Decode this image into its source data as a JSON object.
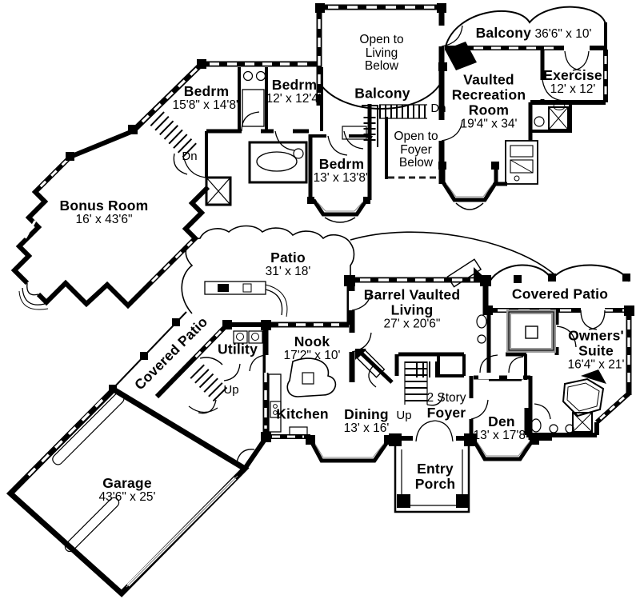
{
  "document": {
    "type_label": "two-story house floor plan"
  },
  "colors": {
    "wall": "#000000",
    "background": "#ffffff",
    "glazing_gray": "#8a8a8a"
  },
  "labels": {
    "open_living": {
      "l1": "Open to",
      "l2": "Living",
      "l3": "Below"
    },
    "balcony_upper": {
      "title": "Balcony",
      "dims": "36'6\" x 10'"
    },
    "exercise": {
      "title": "Exercise",
      "dims": "12' x 12'"
    },
    "rec_room": {
      "l1": "Vaulted",
      "l2": "Recreation",
      "l3": "Room",
      "dims": "19'4\" x 34'"
    },
    "balcony_mid": {
      "title": "Balcony"
    },
    "dn_upper": {
      "title": "Dn"
    },
    "bedrm1": {
      "title": "Bedrm",
      "dims": "15'8\" x 14'8\""
    },
    "bedrm2": {
      "title": "Bedrm",
      "dims": "12' x 12'4\""
    },
    "dn_left": {
      "title": "Dn"
    },
    "open_foyer": {
      "l1": "Open to",
      "l2": "Foyer",
      "l3": "Below"
    },
    "bedrm3": {
      "title": "Bedrm",
      "dims": "13' x 13'8\""
    },
    "bonus": {
      "title": "Bonus Room",
      "dims": "16' x 43'6\""
    },
    "patio": {
      "title": "Patio",
      "dims": "31' x 18'"
    },
    "living": {
      "l1": "Barrel Vaulted",
      "l2": "Living",
      "dims": "27' x 20'6\""
    },
    "covered_patio_right": {
      "title": "Covered Patio"
    },
    "owners": {
      "l1": "Owners'",
      "l2": "Suite",
      "dims": "16'4\" x 21'"
    },
    "covered_patio_left": {
      "title": "Covered Patio"
    },
    "utility": {
      "title": "Utility"
    },
    "nook": {
      "title": "Nook",
      "dims": "17'2\" x 10'"
    },
    "up_left": {
      "title": "Up"
    },
    "kitchen": {
      "title": "Kitchen"
    },
    "dining": {
      "title": "Dining",
      "dims": "13' x 16'"
    },
    "up_foyer": {
      "title": "Up"
    },
    "foyer": {
      "l1": "2 Story",
      "l2": "Foyer"
    },
    "den": {
      "title": "Den",
      "dims": "13' x 17'8\""
    },
    "entry": {
      "l1": "Entry",
      "l2": "Porch"
    },
    "garage": {
      "title": "Garage",
      "dims": "43'6\" x 25'"
    }
  }
}
